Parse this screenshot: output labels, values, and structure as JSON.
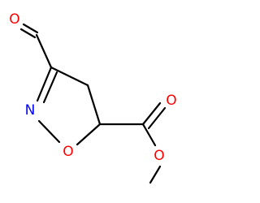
{
  "molecule": {
    "atoms": [
      {
        "id": "O1",
        "symbol": "O",
        "color": "#ff0000"
      },
      {
        "id": "N1",
        "symbol": "N",
        "color": "#0000ff"
      },
      {
        "id": "O2",
        "symbol": "O",
        "color": "#ff0000"
      },
      {
        "id": "O3",
        "symbol": "O",
        "color": "#ff0000"
      },
      {
        "id": "O4",
        "symbol": "O",
        "color": "#ff0000"
      }
    ],
    "bond_color": "#000000"
  }
}
